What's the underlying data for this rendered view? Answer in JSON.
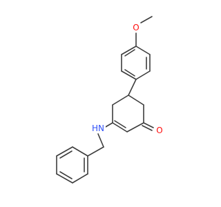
{
  "atoms": {
    "oxygen_methoxy": {
      "label": "O",
      "color": "#ff0d0d"
    },
    "oxygen_ketone": {
      "label": "O",
      "color": "#ff0d0d"
    },
    "nitrogen_amine": {
      "label": "HN",
      "color": "#3050f8"
    }
  },
  "colors": {
    "bond": "#3c3c3c",
    "background": "#ffffff"
  }
}
